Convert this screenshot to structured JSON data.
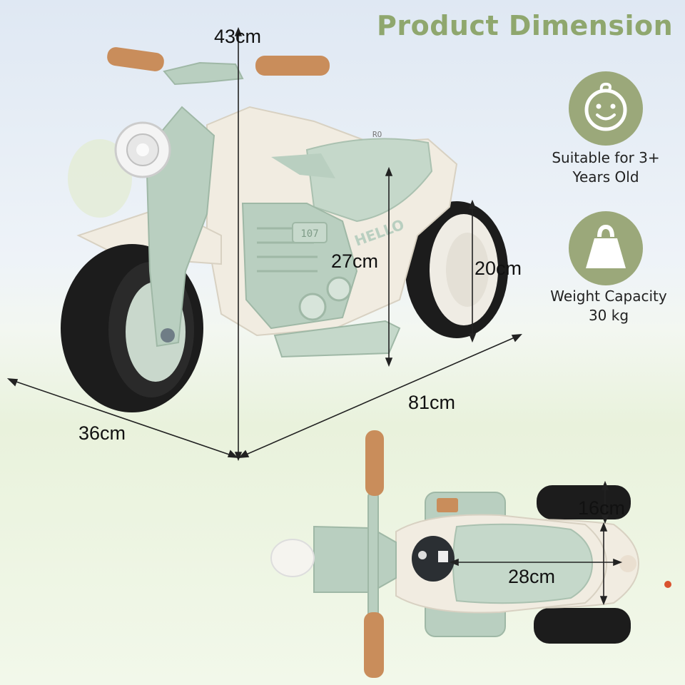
{
  "header": {
    "title": "Product Dimension"
  },
  "dimensions": {
    "height": "43cm",
    "width": "36cm",
    "length": "81cm",
    "seat_height": "27cm",
    "wheel_diameter": "20cm",
    "wheel_width": "16cm",
    "seat_length": "28cm"
  },
  "features": [
    {
      "icon": "baby-face-icon",
      "line1": "Suitable for 3+",
      "line2": "Years Old"
    },
    {
      "icon": "weight-icon",
      "line1": "Weight Capacity",
      "line2": "30 kg"
    }
  ],
  "product_marks": {
    "number_plate": "107",
    "logo": "HELLO",
    "badge": "RO"
  },
  "colors": {
    "title_green": "#8fa76e",
    "badge_green": "#9ba87a",
    "body_mint": "#b9cfc0",
    "body_cream": "#f1ece1",
    "grip_orange": "#c98d5b",
    "tire": "#1c1c1c"
  }
}
